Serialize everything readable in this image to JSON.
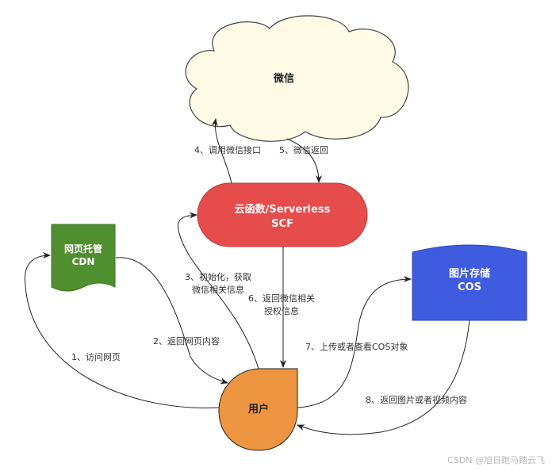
{
  "nodes": {
    "wechat": {
      "label": "微信",
      "fill": "#fffbe6",
      "stroke": "#444444",
      "text": "#222222"
    },
    "scf": {
      "label_line1": "云函数/Serverless",
      "label_line2": "SCF",
      "fill": "#e64c4c",
      "stroke": "#b83a3a",
      "text": "#ffffff"
    },
    "cdn": {
      "label_line1": "网页托管",
      "label_line2": "CDN",
      "fill": "#4f8f2f",
      "stroke": "#3e7624",
      "text": "#ffffff"
    },
    "cos": {
      "label_line1": "图片存储",
      "label_line2": "COS",
      "fill": "#3f5be0",
      "stroke": "#2c44b8",
      "text": "#ffffff"
    },
    "user": {
      "label": "用户",
      "fill": "#ee9541",
      "stroke": "#222222",
      "text": "#222222"
    }
  },
  "edges": {
    "e1": "1、访问网页",
    "e2": "2、返回网页内容",
    "e3_line1": "3、初始化，获取",
    "e3_line2": "微信相关信息",
    "e4": "4、调用微信接口",
    "e5": "5、微信返回",
    "e6_line1": "6、返回微信相关",
    "e6_line2": "授权信息",
    "e7": "7、上传或者查看COS对象",
    "e8": "8、返回图片或者视频内容"
  },
  "watermark": "CSDN @旭日跑马踏云飞"
}
